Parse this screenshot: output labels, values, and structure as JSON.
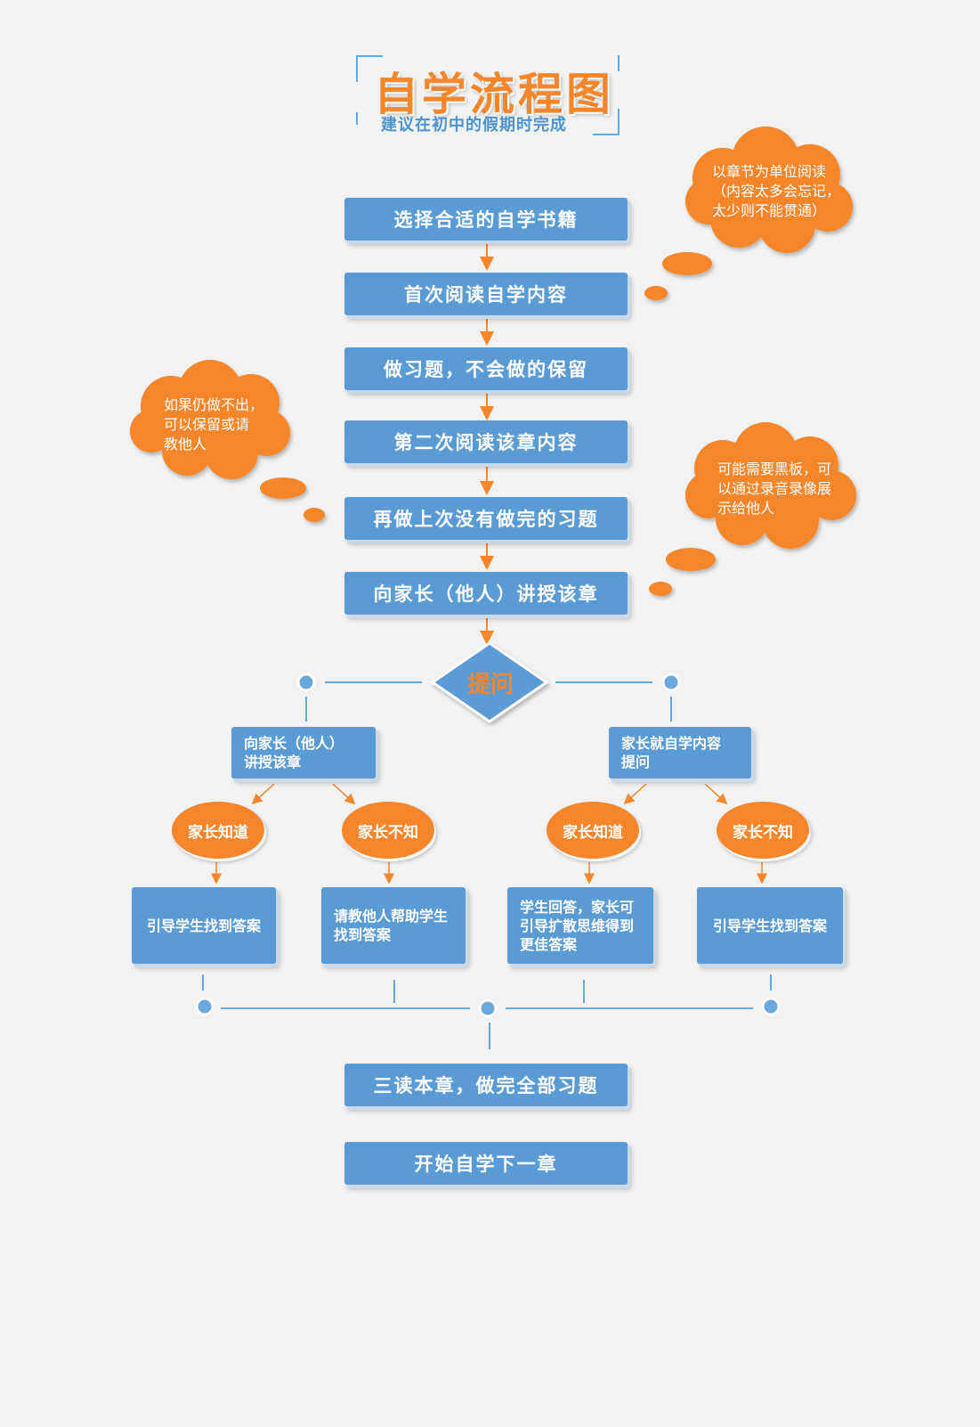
{
  "title": {
    "main": "自学流程图",
    "subtitle": "建议在初中的假期时完成"
  },
  "steps": [
    "选择合适的自学书籍",
    "首次阅读自学内容",
    "做习题，不会做的保留",
    "第二次阅读该章内容",
    "再做上次没有做完的习题",
    "向家长（他人）讲授该章"
  ],
  "decision": "提问",
  "branches": {
    "left": {
      "label_line1": "向家长（他人）",
      "label_line2": "讲授该章",
      "know": "家长知道",
      "unknown": "家长不知",
      "know_result": "引导学生找到答案",
      "unknown_result_line1": "请教他人帮助学生",
      "unknown_result_line2": "找到答案"
    },
    "right": {
      "label_line1": "家长就自学内容",
      "label_line2": "提问",
      "know": "家长知道",
      "unknown": "家长不知",
      "know_result_line1": "学生回答，家长可",
      "know_result_line2": "引导扩散思维得到",
      "know_result_line3": "更佳答案",
      "unknown_result": "引导学生找到答案"
    }
  },
  "final_steps": [
    "三读本章，做完全部习题",
    "开始自学下一章"
  ],
  "clouds": {
    "top_right": {
      "line1": "以章节为单位阅读",
      "line2": "（内容太多会忘记，",
      "line3": "太少则不能贯通）"
    },
    "left": {
      "line1": "如果仍做不出，",
      "line2": "可以保留或请",
      "line3": "教他人"
    },
    "mid_right": {
      "line1": "可能需要黑板，可",
      "line2": "以通过录音录像展",
      "line3": "示给他人"
    }
  },
  "colors": {
    "box_blue": "#5b9bd5",
    "accent_orange": "#f5862b",
    "line_blue": "#6aa8dc",
    "background": "#f2f2f2"
  }
}
